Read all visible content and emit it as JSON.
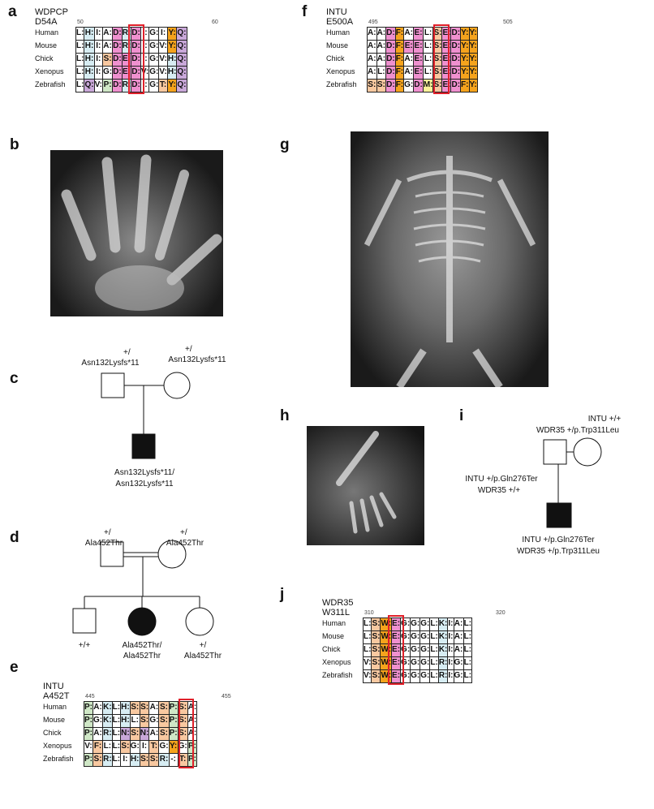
{
  "panel_labels": {
    "a": "a",
    "b": "b",
    "c": "c",
    "d": "d",
    "e": "e",
    "f": "f",
    "g": "g",
    "h": "h",
    "i": "i",
    "j": "j"
  },
  "colors": {
    "w": "#ffffff",
    "b": "#d7edf3",
    "pk": "#ef90cf",
    "o": "#f5a31c",
    "pe": "#f8c8a0",
    "pu": "#c9a8d9",
    "g": "#cfe7c6",
    "y": "#fbf29a",
    "red": "#e0202a"
  },
  "alignments": {
    "a": {
      "title": "WDPCP D54A",
      "pos_start": "50",
      "pos_end": "60",
      "highlight": 4,
      "species": [
        "Human",
        "Mouse",
        "Chick",
        "Xenopus",
        "Zebrafish"
      ],
      "rows": [
        [
          "L:w",
          "H:b",
          "I:w",
          "A:w",
          "D:pk",
          "R:b",
          "D:pk",
          "I:w",
          "G:w",
          "I:w",
          "Y:o",
          "Q:pu"
        ],
        [
          "L:w",
          "H:b",
          "I:w",
          "A:w",
          "D:pk",
          "R:b",
          "D:pk",
          "I:w",
          "G:w",
          "V:w",
          "Y:o",
          "Q:pu"
        ],
        [
          "L:w",
          "H:b",
          "I:w",
          "S:pe",
          "D:pk",
          "E:pk",
          "D:pk",
          "I:w",
          "G:w",
          "V:w",
          "H:b",
          "Q:pu"
        ],
        [
          "L:w",
          "H:b",
          "I:w",
          "G:w",
          "D:pk",
          "E:pk",
          "D:pk",
          "V:w",
          "G:w",
          "V:w",
          "H:b",
          "Q:pu"
        ],
        [
          "L:w",
          "Q:pu",
          "V:w",
          "P:g",
          "D:pk",
          "R:b",
          "D:pk",
          "I:w",
          "G:w",
          "T:pe",
          "Y:o",
          "Q:pu"
        ]
      ]
    },
    "f": {
      "title": "INTU E500A",
      "pos_start": "495",
      "pos_end": "505",
      "highlight": 5,
      "species": [
        "Human",
        "Mouse",
        "Chick",
        "Xenopus",
        "Zebrafish"
      ],
      "rows": [
        [
          "A:w",
          "A:w",
          "D:pk",
          "F:o",
          "A:w",
          "E:pk",
          "L:w",
          "S:pe",
          "E:pk",
          "D:pk",
          "Y:o",
          "Y:o"
        ],
        [
          "A:w",
          "A:w",
          "D:pk",
          "F:o",
          "E:pk",
          "E:pk",
          "L:w",
          "S:pe",
          "E:pk",
          "D:pk",
          "Y:o",
          "Y:o"
        ],
        [
          "A:w",
          "A:w",
          "D:pk",
          "F:o",
          "A:w",
          "E:pk",
          "L:w",
          "S:pe",
          "E:pk",
          "D:pk",
          "Y:o",
          "Y:o"
        ],
        [
          "A:w",
          "L:w",
          "D:pk",
          "F:o",
          "A:w",
          "E:pk",
          "L:w",
          "S:pe",
          "E:pk",
          "D:pk",
          "Y:o",
          "Y:o"
        ],
        [
          "S:pe",
          "S:pe",
          "D:pk",
          "F:o",
          "G:w",
          "D:pk",
          "M:y",
          "S:pe",
          "E:pk",
          "D:pk",
          "F:o",
          "Y:o"
        ]
      ]
    },
    "e": {
      "title": "INTU A452T",
      "pos_start": "445",
      "pos_end": "455",
      "highlight": 7,
      "species": [
        "Human",
        "Mouse",
        "Chick",
        "Xenopus",
        "Zebrafish"
      ],
      "rows": [
        [
          "P:g",
          "A:w",
          "K:b",
          "L:w",
          "H:b",
          "S:pe",
          "S:pe",
          "A:w",
          "S:pe",
          "P:g",
          "S:pe",
          "A:w"
        ],
        [
          "P:g",
          "G:w",
          "K:b",
          "L:w",
          "H:b",
          "L:w",
          "S:pe",
          "G:w",
          "S:pe",
          "P:g",
          "S:pe",
          "A:w"
        ],
        [
          "P:g",
          "A:w",
          "R:b",
          "L:w",
          "N:pu",
          "S:pe",
          "N:pu",
          "A:w",
          "S:pe",
          "P:g",
          "S:pe",
          "A:w"
        ],
        [
          "V:w",
          "F:pe",
          "L:w",
          "L:w",
          "S:pe",
          "G:w",
          "I:w",
          "T:pe",
          "G:w",
          "Y:o",
          "G:w",
          "P:g"
        ],
        [
          "P:g",
          "S:pe",
          "R:b",
          "L:w",
          "I:w",
          "H:b",
          "S:pe",
          "S:pe",
          "R:b",
          "-:w",
          "T:pe",
          "P:g"
        ]
      ]
    },
    "j": {
      "title": "WDR35 W311L",
      "pos_start": "310",
      "pos_end": "320",
      "highlight": 2,
      "species": [
        "Human",
        "Mouse",
        "Chick",
        "Xenopus",
        "Zebrafish"
      ],
      "rows": [
        [
          "L:w",
          "S:pe",
          "W:o",
          "E:pk",
          "G:w",
          "G:w",
          "G:w",
          "L:w",
          "K:b",
          "I:w",
          "A:w",
          "L:w"
        ],
        [
          "L:w",
          "S:pe",
          "W:o",
          "E:pk",
          "G:w",
          "G:w",
          "G:w",
          "L:w",
          "K:b",
          "I:w",
          "A:w",
          "L:w"
        ],
        [
          "L:w",
          "S:pe",
          "W:o",
          "E:pk",
          "G:w",
          "G:w",
          "G:w",
          "L:w",
          "K:b",
          "I:w",
          "A:w",
          "L:w"
        ],
        [
          "V:w",
          "S:pe",
          "W:o",
          "E:pk",
          "G:w",
          "G:w",
          "G:w",
          "L:w",
          "R:b",
          "I:w",
          "G:w",
          "L:w"
        ],
        [
          "V:w",
          "S:pe",
          "W:o",
          "E:pk",
          "G:w",
          "G:w",
          "G:w",
          "L:w",
          "R:b",
          "I:w",
          "G:w",
          "L:w"
        ]
      ]
    }
  },
  "pedigree_c": {
    "father": [
      "+/",
      "Asn132Lysfs*11"
    ],
    "mother": [
      "+/",
      "Asn132Lysfs*11"
    ],
    "child": [
      "Asn132Lysfs*11/",
      "Asn132Lysfs*11"
    ]
  },
  "pedigree_d": {
    "father": [
      "+/",
      "Ala452Thr"
    ],
    "mother": [
      "+/",
      "Ala452Thr"
    ],
    "child1": [
      "+/+"
    ],
    "child2": [
      "Ala452Thr/",
      "Ala452Thr"
    ],
    "child3": [
      "+/",
      "Ala452Thr"
    ]
  },
  "pedigree_i": {
    "mother": [
      "INTU +/+",
      "WDR35 +/p.Trp311Leu"
    ],
    "father": [
      "INTU +/p.Gln276Ter",
      "WDR35 +/+"
    ],
    "child": [
      "INTU +/p.Gln276Ter",
      "WDR35 +/p.Trp311Leu"
    ]
  }
}
